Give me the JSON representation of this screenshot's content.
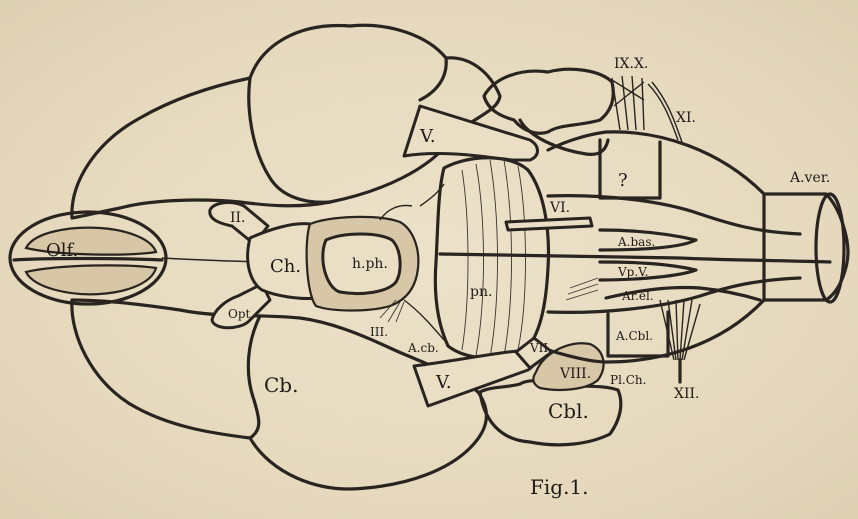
{
  "figure": {
    "caption": "Fig.1.",
    "labels": {
      "olf": "Olf.",
      "ii": "II.",
      "ch": "Ch.",
      "hph": "h.ph.",
      "opt": "Opt.",
      "iii": "III.",
      "cb": "Cb.",
      "acb": "A.cb.",
      "v_top": "V.",
      "v_bottom": "V.",
      "pn": "pn.",
      "vi": "VI.",
      "vii": "VII",
      "viii": "VIII.",
      "cbl": "Cbl.",
      "plch": "Pl.Ch.",
      "xii": "XII.",
      "ixx": "IX.X.",
      "xi": "XI.",
      "q": "?",
      "aver": "A.ver.",
      "abas": "A.bas.",
      "vpv": "Vp.V.",
      "arel": "Ar.el.",
      "acbl": "A.Cbl."
    }
  }
}
